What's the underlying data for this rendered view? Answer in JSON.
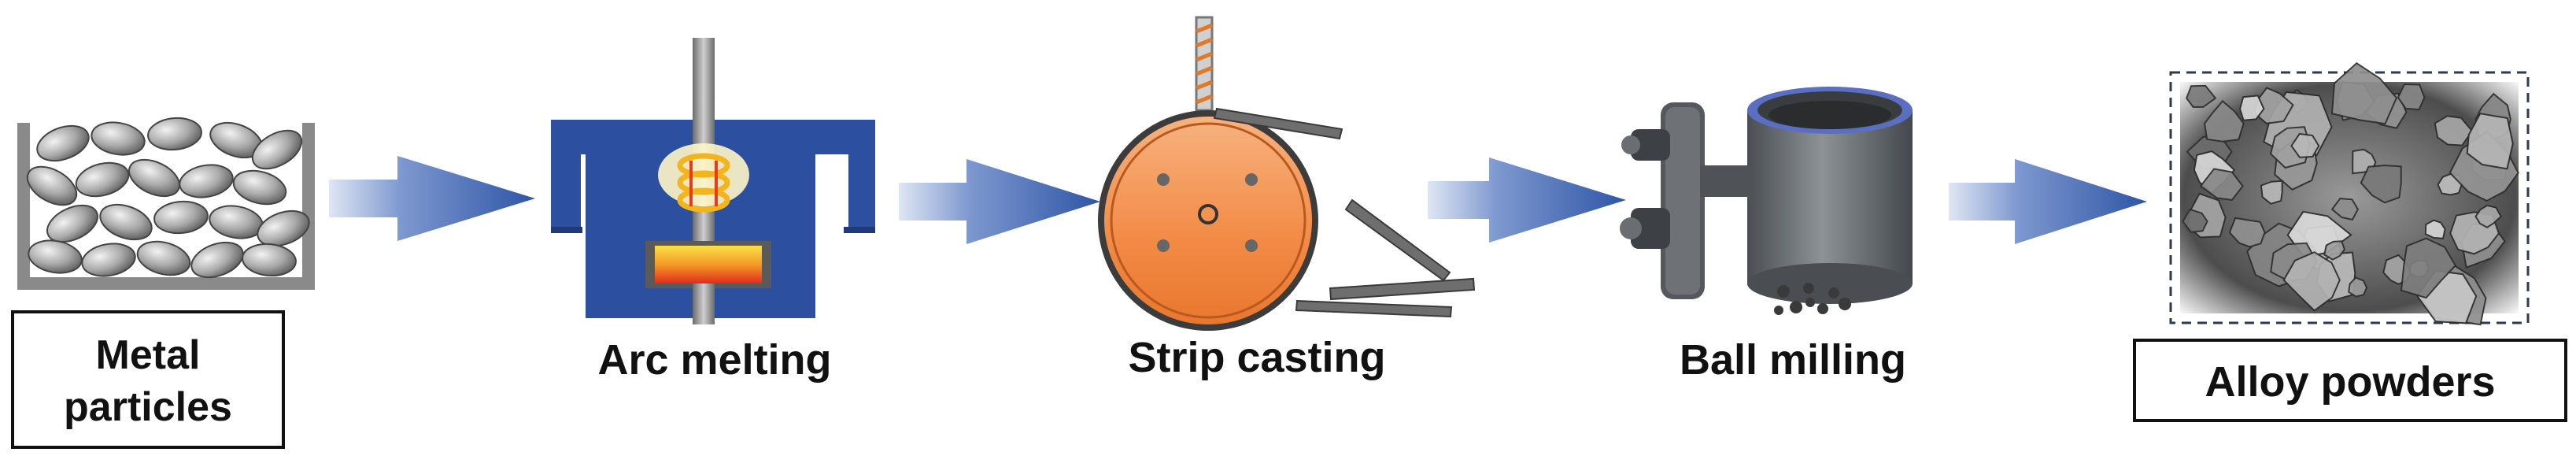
{
  "steps": [
    {
      "label_lines": [
        "Metal",
        "particles"
      ],
      "boxed": true
    },
    {
      "label_lines": [
        "Arc melting"
      ],
      "boxed": false
    },
    {
      "label_lines": [
        "Strip casting"
      ],
      "boxed": false
    },
    {
      "label_lines": [
        "Ball milling"
      ],
      "boxed": false
    },
    {
      "label_lines": [
        "Alloy powders"
      ],
      "boxed": true
    }
  ],
  "colors": {
    "arrow": "#3a5fae",
    "furnace": "#2d4fa0",
    "wheel": "#f0843f",
    "container": "#8a8a8a",
    "jar": "#5e6266",
    "jar_rim": "#5b6fc2",
    "melt": "#e8321e",
    "flame": "#f7c928"
  },
  "icons": [
    "metal-particles-icon",
    "arc-furnace-icon",
    "strip-casting-wheel-icon",
    "ball-mill-jar-icon",
    "powder-micrograph-icon"
  ]
}
